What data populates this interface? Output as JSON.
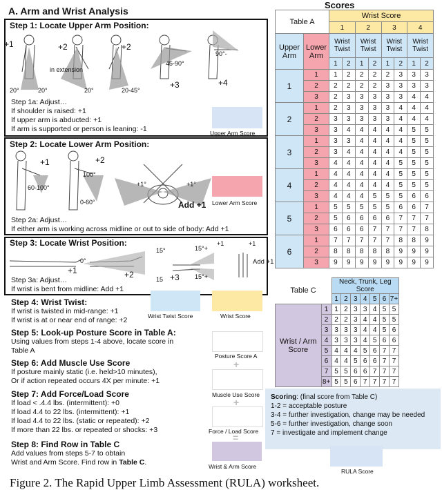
{
  "title": "A. Arm and Wrist Analysis",
  "scores_title": "Scores",
  "step1": {
    "heading": "Step 1: Locate Upper Arm Position:",
    "fig_labels": [
      "+1",
      "+2",
      "+2",
      "+3",
      "+4",
      "in extension",
      "20°",
      "20°",
      "20°",
      "20-45°",
      "45-90°",
      "90°-"
    ],
    "adjust": [
      "Step 1a: Adjust…",
      "If shoulder is raised: +1",
      "If upper arm is abducted: +1",
      "If arm is supported or person is leaning: -1"
    ],
    "score_label": "Upper Arm Score"
  },
  "step2": {
    "heading": "Step 2: Locate Lower Arm Position:",
    "fig_labels": [
      "+1",
      "+2",
      "60-100°",
      "100°",
      "0-60°",
      "+1°",
      "+1°",
      "Add +1"
    ],
    "adjust": [
      "Step 2a: Adjust…",
      "If either arm is working across midline or out to side of body: Add +1"
    ],
    "score_label": "Lower Arm Score"
  },
  "step3": {
    "heading": "Step 3: Locate Wrist Position:",
    "fig_labels": [
      "0°",
      "+1",
      "15°",
      "+2",
      "15",
      "15°+",
      "+3",
      "15°+",
      "+1",
      "+1",
      "Add +1"
    ],
    "adjust": [
      "Step 3a: Adjust…",
      "If wrist is bent from midline: Add +1"
    ]
  },
  "step4": {
    "heading": "Step 4: Wrist Twist:",
    "lines": [
      "If wrist is twisted in mid-range: +1",
      "If wrist is at or near end of range: +2"
    ],
    "twist_label": "Wrist Twist Score",
    "wrist_label": "Wrist Score"
  },
  "step5": {
    "heading": "Step 5: Look-up Posture Score in Table A:",
    "lines": [
      "Using values from steps 1-4 above, locate score in",
      "Table A"
    ],
    "score_label": "Posture Score A"
  },
  "step6": {
    "heading": "Step 6: Add Muscle Use Score",
    "lines": [
      "If posture mainly static (i.e. held>10 minutes),",
      "Or if action repeated occurs 4X per minute: +1"
    ],
    "score_label": "Muscle Use Score"
  },
  "step7": {
    "heading": "Step 7: Add Force/Load Score",
    "lines": [
      "If load < .4.4 lbs. (intermittent): +0",
      "If load 4.4 to 22 lbs. (intermittent): +1",
      "If load 4.4 to 22 lbs. (static or repeated): +2",
      "If more than 22 lbs. or repeated or shocks: +3"
    ],
    "score_label": "Force / Load Score"
  },
  "step8": {
    "heading": "Step 8: Find Row in Table C",
    "line1": "Add values from steps 5-7 to obtain",
    "line2_pre": "Wrist and Arm Score. Find row in ",
    "line2_bold": "Table C",
    "line2_post": ".",
    "score_label": "Wrist & Arm Score"
  },
  "operators": [
    "+",
    "+",
    "="
  ],
  "tableA": {
    "label": "Table A",
    "wrist_score": "Wrist Score",
    "wrist_cols": [
      "1",
      "2",
      "3",
      "4"
    ],
    "upper_arm": [
      "Upper",
      "Arm"
    ],
    "lower_arm": [
      "Lower",
      "Arm"
    ],
    "wrist_twist": [
      "Wrist",
      "Twist"
    ],
    "twist_cols": [
      "1",
      "2",
      "1",
      "2",
      "1",
      "2",
      "1",
      "2"
    ],
    "rows": [
      {
        "ua": "1",
        "la": "1",
        "v": [
          "1",
          "2",
          "2",
          "2",
          "2",
          "3",
          "3",
          "3"
        ]
      },
      {
        "ua": "",
        "la": "2",
        "v": [
          "2",
          "2",
          "2",
          "2",
          "3",
          "3",
          "3",
          "3"
        ]
      },
      {
        "ua": "",
        "la": "3",
        "v": [
          "2",
          "3",
          "3",
          "3",
          "3",
          "3",
          "4",
          "4"
        ]
      },
      {
        "ua": "2",
        "la": "1",
        "v": [
          "2",
          "3",
          "3",
          "3",
          "3",
          "4",
          "4",
          "4"
        ]
      },
      {
        "ua": "",
        "la": "2",
        "v": [
          "3",
          "3",
          "3",
          "3",
          "3",
          "4",
          "4",
          "4"
        ]
      },
      {
        "ua": "",
        "la": "3",
        "v": [
          "3",
          "4",
          "4",
          "4",
          "4",
          "4",
          "5",
          "5"
        ]
      },
      {
        "ua": "3",
        "la": "1",
        "v": [
          "3",
          "3",
          "4",
          "4",
          "4",
          "4",
          "5",
          "5"
        ]
      },
      {
        "ua": "",
        "la": "2",
        "v": [
          "3",
          "4",
          "4",
          "4",
          "4",
          "4",
          "5",
          "5"
        ]
      },
      {
        "ua": "",
        "la": "3",
        "v": [
          "4",
          "4",
          "4",
          "4",
          "4",
          "5",
          "5",
          "5"
        ]
      },
      {
        "ua": "4",
        "la": "1",
        "v": [
          "4",
          "4",
          "4",
          "4",
          "4",
          "5",
          "5",
          "5"
        ]
      },
      {
        "ua": "",
        "la": "2",
        "v": [
          "4",
          "4",
          "4",
          "4",
          "4",
          "5",
          "5",
          "5"
        ]
      },
      {
        "ua": "",
        "la": "3",
        "v": [
          "4",
          "4",
          "4",
          "5",
          "5",
          "5",
          "6",
          "6"
        ]
      },
      {
        "ua": "5",
        "la": "1",
        "v": [
          "5",
          "5",
          "5",
          "5",
          "5",
          "6",
          "6",
          "7"
        ]
      },
      {
        "ua": "",
        "la": "2",
        "v": [
          "5",
          "6",
          "6",
          "6",
          "6",
          "7",
          "7",
          "7"
        ]
      },
      {
        "ua": "",
        "la": "3",
        "v": [
          "6",
          "6",
          "6",
          "7",
          "7",
          "7",
          "7",
          "8"
        ]
      },
      {
        "ua": "6",
        "la": "1",
        "v": [
          "7",
          "7",
          "7",
          "7",
          "7",
          "8",
          "8",
          "9"
        ]
      },
      {
        "ua": "",
        "la": "2",
        "v": [
          "8",
          "8",
          "8",
          "8",
          "8",
          "9",
          "9",
          "9"
        ]
      },
      {
        "ua": "",
        "la": "3",
        "v": [
          "9",
          "9",
          "9",
          "9",
          "9",
          "9",
          "9",
          "9"
        ]
      }
    ]
  },
  "tableC": {
    "label": "Table C",
    "header": "Neck, Trunk, Leg Score",
    "cols": [
      "1",
      "2",
      "3",
      "4",
      "5",
      "6",
      "7+"
    ],
    "row_label": [
      "Wrist / Arm",
      "Score"
    ],
    "rows": [
      {
        "r": "1",
        "v": [
          "1",
          "2",
          "3",
          "3",
          "4",
          "5",
          "5"
        ]
      },
      {
        "r": "2",
        "v": [
          "2",
          "2",
          "3",
          "4",
          "4",
          "5",
          "5"
        ]
      },
      {
        "r": "3",
        "v": [
          "3",
          "3",
          "3",
          "4",
          "4",
          "5",
          "6"
        ]
      },
      {
        "r": "4",
        "v": [
          "3",
          "3",
          "3",
          "4",
          "5",
          "6",
          "6"
        ]
      },
      {
        "r": "5",
        "v": [
          "4",
          "4",
          "4",
          "5",
          "6",
          "7",
          "7"
        ]
      },
      {
        "r": "6",
        "v": [
          "4",
          "4",
          "5",
          "6",
          "6",
          "7",
          "7"
        ]
      },
      {
        "r": "7",
        "v": [
          "5",
          "5",
          "6",
          "6",
          "7",
          "7",
          "7"
        ]
      },
      {
        "r": "8+",
        "v": [
          "5",
          "5",
          "6",
          "7",
          "7",
          "7",
          "7"
        ]
      }
    ]
  },
  "scoring": {
    "head_bold": "Scoring",
    "head_rest": ": (final score from Table C)",
    "lines": [
      "1-2 = acceptable posture",
      "3-4 = further investigation, change may be needed",
      "5-6 = further investigation, change soon",
      "7 = investigate and implement change"
    ]
  },
  "rula_label": "RULA Score",
  "caption": "Figure 2.    The Rapid Upper Limb Assessment (RULA) worksheet.",
  "colors": {
    "yellow": "#fde9a4",
    "blue": "#cfe6f7",
    "red": "#f4a5ad",
    "purple": "#d2c7e0",
    "rula": "#d6e4f5",
    "lightblue": "#b9dcf4"
  }
}
